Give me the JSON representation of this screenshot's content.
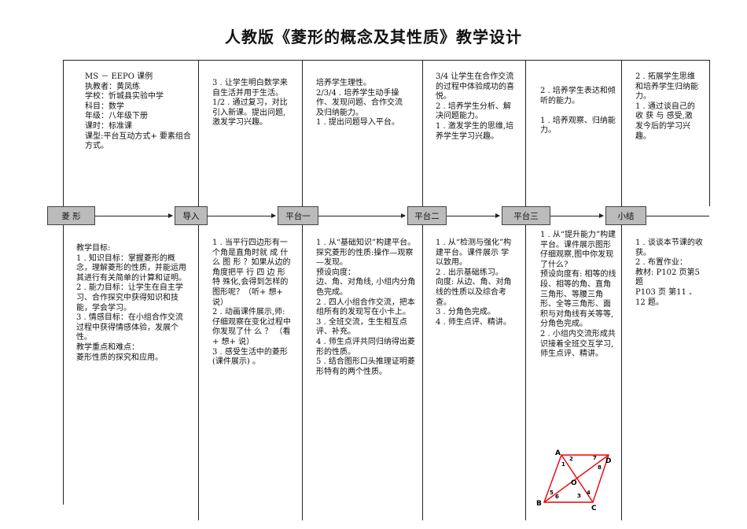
{
  "title": "人教版《菱形的概念及其性质》教学设计",
  "stages": [
    "菱 形",
    "导入",
    "平台一",
    "平台二",
    "平台三",
    "小结"
  ],
  "top": [
    "MS － EEPO 课例\n执教者：黄凤练\n学校：忻城县实验中学\n科目：数学\n年级：八年级下册\n课时：标准课\n课型:平台互动方式+ 要素组合方式。",
    "3 . 让学生明白数学来自生活并用于生活。\n1/2 . 通过复习，对比引入新课。提出问题,激发学习兴趣。",
    "培养学生理性。\n2/3/4 . 培养学生动手操作、发现问题、合作交流及归纳能力。\n1 . 提出问题导入平台。",
    "3/4 让学生在合作交流的过程中体验成功的喜悦。\n2 . 培养学生分析、解决问题能力。\n1 .  激发学生的思维,培养学生学习兴趣。",
    "2 . 培养学生表达和倾听的能力。\n\n1 . 培养观察、归纳能力。",
    "2 . 拓展学生思维和培养学生归纳能力。\n1 . 通过谈自己的 收 获 与 感受,激发今后的学习兴趣。"
  ],
  "bottom": [
    "教学目标:\n1 . 知识目标：掌握菱形的概念，理解菱形的性质，并能运用其进行有关简单的计算和证明。\n2 . 能力目标：让学生在自主学习、合作探究中获得知识和技能，学会学习。\n3 . 情感目标：在小组合作交流过程中获得情感体验，发展个性。\n教学重点和难点：\n菱形性质的探究和应用。",
    "1 . 当平行四边形有一个角是直角时就 成 什 么 图 形 ？如果从边的角度把平 行 四 边 形 特 殊化,会得到怎样的图形呢？（听+ 想+ 说）\n2 . 动画课件展示,师:仔细观察在变化过程中你发现了什 么 ？ （看 + 想+ 说）\n3 . 感受生活中的菱形 (课件展示) 。",
    "1 . 从“基础知识”构建平台。\n探究菱形的性质:操作—观察—发现。\n预设向度：\n边、角、对角线, 小组内分角色完成。\n2 . 四人小组合作交流，把本组所有的发现写在小卡上。\n3 . 全班交流，生生相互点评、补充。\n4 . 师生点评共同归纳得出菱形的性质。\n5 . 结合图形口头推理证明菱形特有的两个性质。",
    "1 . 从“检测与强化”构建平台。课件展示 学以致用。\n2 . 出示基础练习。\n向度: 从边、角、对角线的性质以及综合考查。\n3 . 分角色完成。\n4 . 师生点评、精讲。",
    "1 .  从“提升能力”构建平台。课件展示图形 仔细观察,图中你发现了什么?\n预设向度有: 相等的线段、相等的角、直角三角形、等腰三角形、全等三角形、面积与对角线有关等等, 分角色完成。\n2 . 小组内交流形成共识接着全班交互学习, 师生点评、精讲。",
    "1 .  谈谈本节课的收获。\n2 .  布置作业：\n教材: P102 页第5 题\nP103 页 第11 、12 题。"
  ],
  "figure": {
    "vertices": [
      "A",
      "B",
      "C",
      "D",
      "O"
    ],
    "angles": [
      "1",
      "2",
      "3",
      "4",
      "5",
      "6",
      "7",
      "8"
    ]
  }
}
